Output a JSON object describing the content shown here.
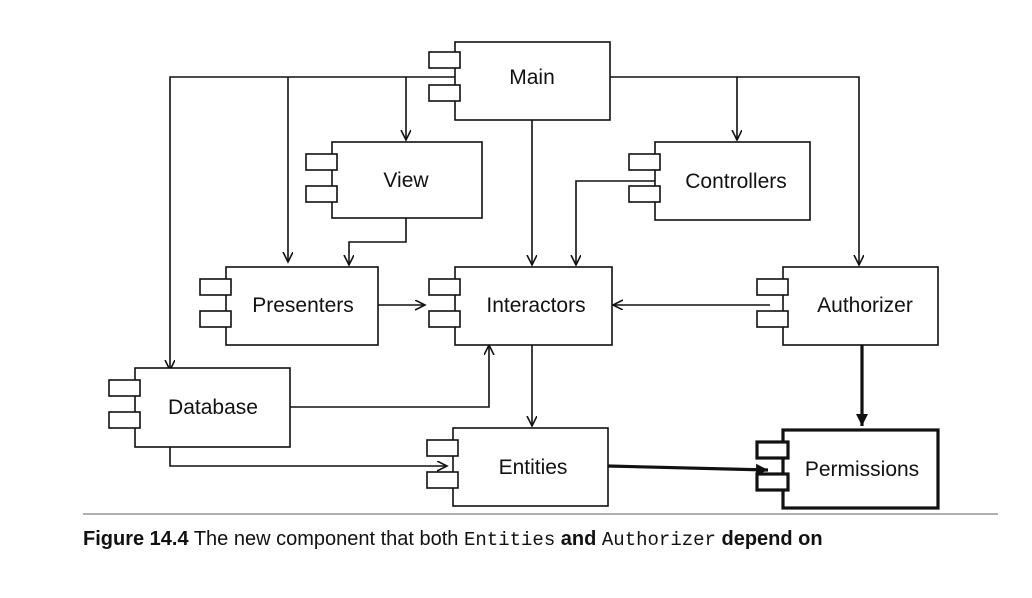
{
  "components": {
    "main": "Main",
    "view": "View",
    "controllers": "Controllers",
    "presenters": "Presenters",
    "interactors": "Interactors",
    "authorizer": "Authorizer",
    "database": "Database",
    "entities": "Entities",
    "permissions": "Permissions"
  },
  "caption": {
    "figure_number": "Figure 14.4",
    "text_1": "The new component that both",
    "code_1": "Entities",
    "and": "and",
    "code_2": "Authorizer",
    "text_2": "depend on"
  }
}
